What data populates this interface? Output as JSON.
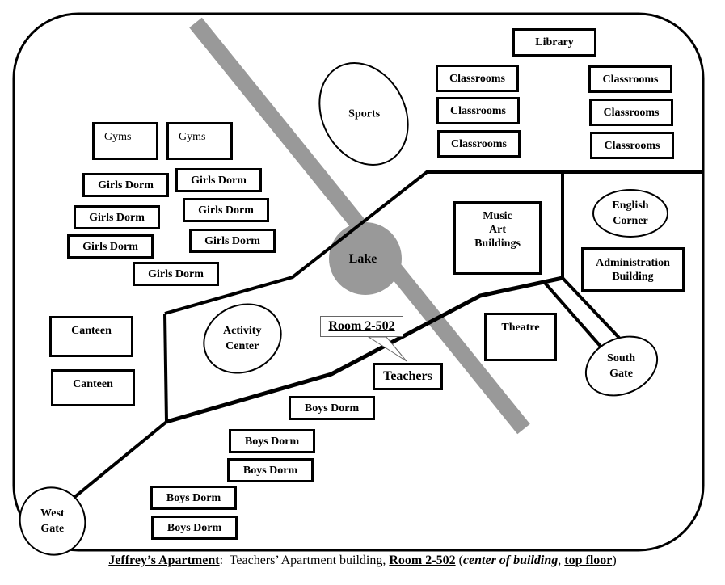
{
  "map": {
    "title": "Campus Map",
    "colors": {
      "lake": "#999999",
      "road": "#000000",
      "frame": "#000000",
      "callout_border": "#666666"
    },
    "lake": {
      "label": "Lake"
    },
    "buildings": {
      "library": "Library",
      "classrooms_left": [
        "Classrooms",
        "Classrooms",
        "Classrooms"
      ],
      "classrooms_right": [
        "Classrooms",
        "Classrooms",
        "Classrooms"
      ],
      "gyms": [
        "Gyms",
        "Gyms"
      ],
      "girls_dorms": [
        "Girls Dorm",
        "Girls Dorm",
        "Girls Dorm",
        "Girls Dorm",
        "Girls Dorm",
        "Girls Dorm",
        "Girls Dorm"
      ],
      "canteens": [
        "Canteen",
        "Canteen"
      ],
      "boys_dorms": [
        "Boys Dorm",
        "Boys Dorm",
        "Boys Dorm",
        "Boys Dorm",
        "Boys Dorm"
      ],
      "music_art": [
        "Music",
        "Art",
        "Buildings"
      ],
      "administration": [
        "Administration",
        "Building"
      ],
      "theatre": "Theatre",
      "teachers": "Teachers"
    },
    "areas": {
      "sports": "Sports",
      "activity_center": [
        "Activity",
        "Center"
      ],
      "english_corner": [
        "English",
        "Corner"
      ],
      "south_gate": [
        "South",
        "Gate"
      ],
      "west_gate": [
        "West",
        "Gate"
      ]
    },
    "callout": {
      "label": "Room 2-502",
      "points_to": "Teachers"
    }
  },
  "caption": {
    "apartment_label": "Jeffrey’s Apartment",
    "sep1": ":  Teachers’ Apartment building, ",
    "room": "Room 2-502",
    "open_paren": " (",
    "location": "center of building",
    "comma": ", ",
    "floor": "top floor",
    "close_paren": ")"
  }
}
